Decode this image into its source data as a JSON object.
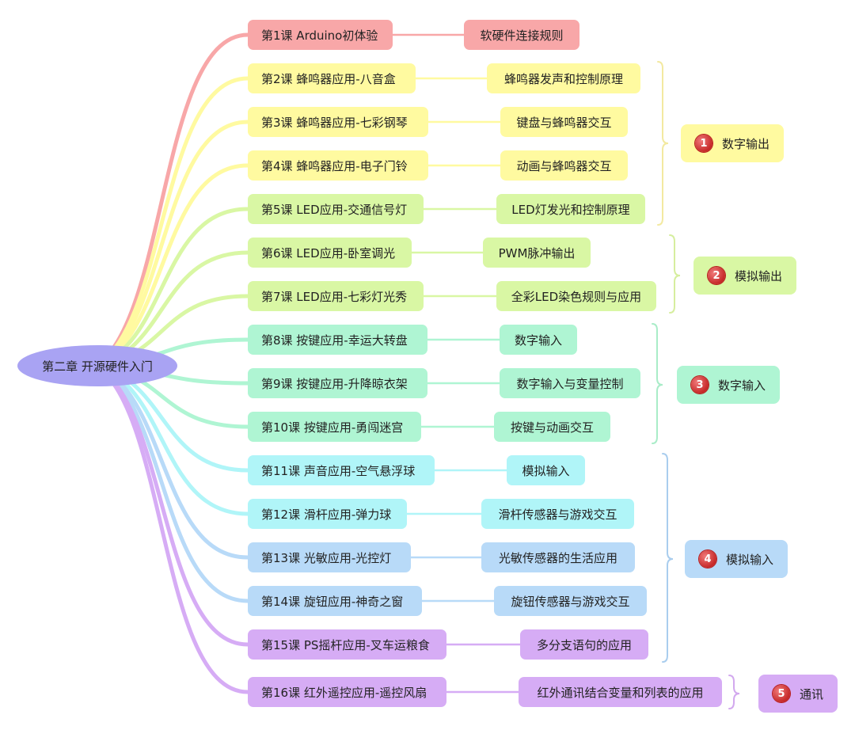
{
  "root": {
    "label": "第二章 开源硬件入门",
    "color": "#a9a3f3"
  },
  "lessons": [
    {
      "label": "第1课 Arduino初体验",
      "topic": "软硬件连接规则",
      "color": "#f8a7a8"
    },
    {
      "label": "第2课 蜂鸣器应用-八音盒",
      "topic": "蜂鸣器发声和控制原理",
      "color": "#fffaa0"
    },
    {
      "label": "第3课 蜂鸣器应用-七彩钢琴",
      "topic": "键盘与蜂鸣器交互",
      "color": "#fffaa0"
    },
    {
      "label": "第4课 蜂鸣器应用-电子门铃",
      "topic": "动画与蜂鸣器交互",
      "color": "#fffaa0"
    },
    {
      "label": "第5课 LED应用-交通信号灯",
      "topic": "LED灯发光和控制原理",
      "color": "#d9f7a4"
    },
    {
      "label": "第6课 LED应用-卧室调光",
      "topic": "PWM脉冲输出",
      "color": "#d9f7a4"
    },
    {
      "label": "第7课 LED应用-七彩灯光秀",
      "topic": "全彩LED染色规则与应用",
      "color": "#d9f7a4"
    },
    {
      "label": "第8课 按键应用-幸运大转盘",
      "topic": "数字输入",
      "color": "#aff5d3"
    },
    {
      "label": "第9课 按键应用-升降晾衣架",
      "topic": "数字输入与变量控制",
      "color": "#aff5d3"
    },
    {
      "label": "第10课 按键应用-勇闯迷宫",
      "topic": "按键与动画交互",
      "color": "#aff5d3"
    },
    {
      "label": "第11课 声音应用-空气悬浮球",
      "topic": "模拟输入",
      "color": "#b0f5f8"
    },
    {
      "label": "第12课 滑杆应用-弹力球",
      "topic": "滑杆传感器与游戏交互",
      "color": "#b0f5f8"
    },
    {
      "label": "第13课 光敏应用-光控灯",
      "topic": "光敏传感器的生活应用",
      "color": "#b8daf8"
    },
    {
      "label": "第14课 旋钮应用-神奇之窗",
      "topic": "旋钮传感器与游戏交互",
      "color": "#b8daf8"
    },
    {
      "label": "第15课 PS摇杆应用-叉车运粮食",
      "topic": "多分支语句的应用",
      "color": "#d6acf5"
    },
    {
      "label": "第16课 红外遥控应用-遥控风扇",
      "topic": "红外通讯结合变量和列表的应用",
      "color": "#d6acf5"
    }
  ],
  "groups": [
    {
      "number": "1",
      "label": "数字输出",
      "color": "#fffaa0",
      "bracket_color": "#f3e9a0"
    },
    {
      "number": "2",
      "label": "模拟输出",
      "color": "#d9f7a4",
      "bracket_color": "#d6ee9e"
    },
    {
      "number": "3",
      "label": "数字输入",
      "color": "#aff5d3",
      "bracket_color": "#a9ecc8"
    },
    {
      "number": "4",
      "label": "模拟输入",
      "color": "#b8daf8",
      "bracket_color": "#a9cdee"
    },
    {
      "number": "5",
      "label": "通讯",
      "color": "#d6acf5",
      "bracket_color": "#d2a8ee"
    }
  ]
}
